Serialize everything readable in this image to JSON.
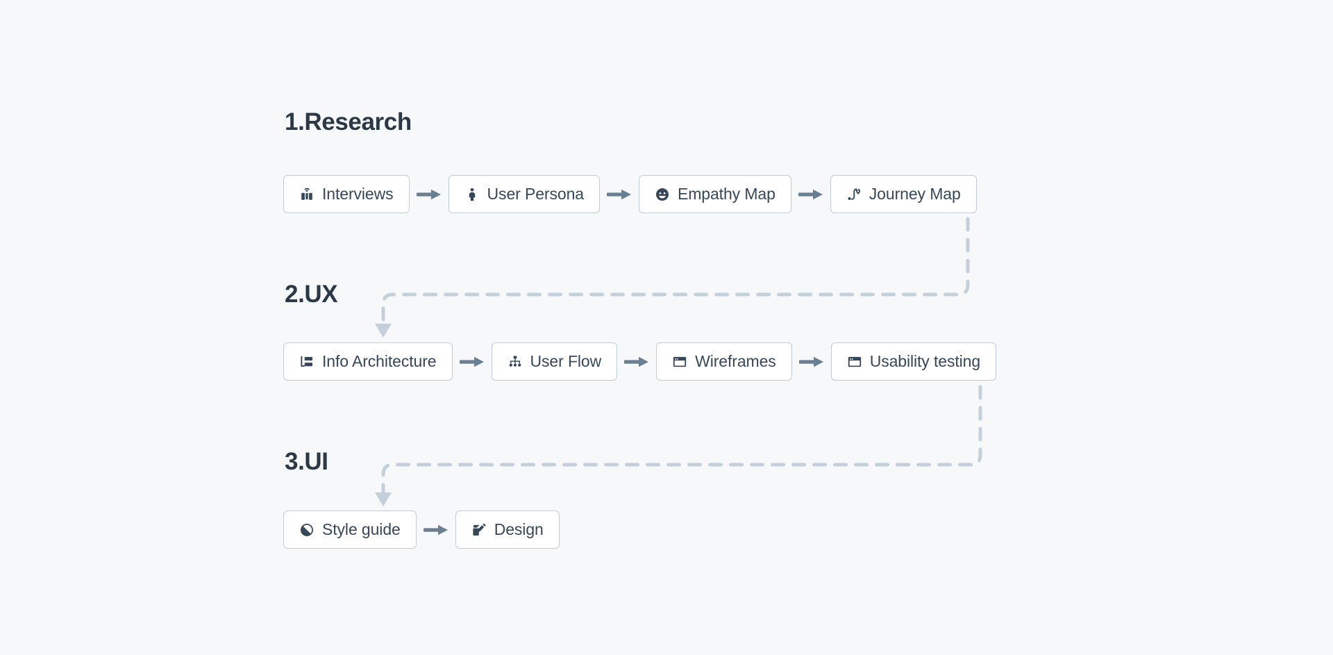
{
  "theme": {
    "background": "#f7f8fa",
    "node_background": "#ffffff",
    "node_border": "#c3ccd6",
    "text": "#36475a",
    "heading": "#2b3845",
    "arrow": "#6b7f93",
    "connector": "#c3d0dc"
  },
  "diagram": {
    "title_1": "1.Research",
    "title_2": "2.UX",
    "title_3": "3.UI",
    "sections": [
      {
        "id": "research",
        "title": "1.Research",
        "nodes": [
          {
            "label": "Interviews",
            "icon": "headset-icon"
          },
          {
            "label": "User Persona",
            "icon": "person-icon"
          },
          {
            "label": "Empathy Map",
            "icon": "smiley-icon"
          },
          {
            "label": "Journey Map",
            "icon": "route-icon"
          }
        ]
      },
      {
        "id": "ux",
        "title": "2.UX",
        "nodes": [
          {
            "label": "Info Architecture",
            "icon": "hierarchy-icon"
          },
          {
            "label": "User Flow",
            "icon": "sitemap-icon"
          },
          {
            "label": "Wireframes",
            "icon": "window-icon"
          },
          {
            "label": "Usability testing",
            "icon": "window-icon"
          }
        ]
      },
      {
        "id": "ui",
        "title": "3.UI",
        "nodes": [
          {
            "label": "Style guide",
            "icon": "contrast-icon"
          },
          {
            "label": "Design",
            "icon": "edit-square-icon"
          }
        ]
      }
    ],
    "flow_connectors": [
      {
        "from": "Journey Map",
        "to": "Info Architecture",
        "style": "dashed"
      },
      {
        "from": "Usability testing",
        "to": "Style guide",
        "style": "dashed"
      }
    ]
  }
}
